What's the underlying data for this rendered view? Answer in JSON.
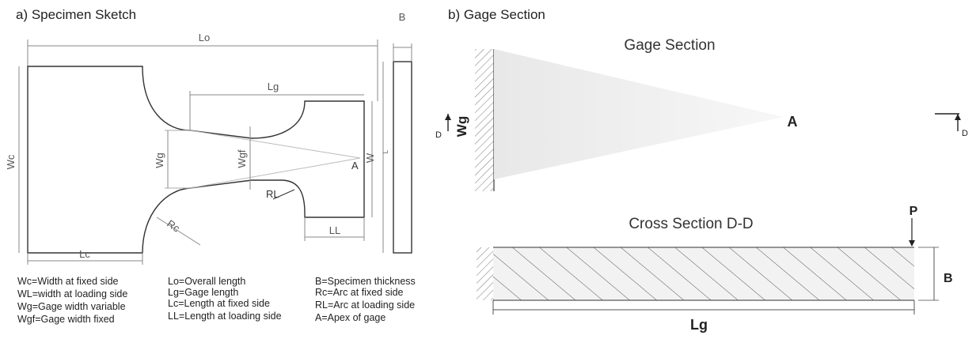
{
  "panel_a": {
    "title": "a) Specimen Sketch",
    "labels": {
      "Lo": "Lo",
      "Lg": "Lg",
      "B": "B",
      "Wc": "Wc",
      "Wg": "Wg",
      "Wgf": "Wgf",
      "W": "W",
      "L": "L",
      "A": "A",
      "RL": "RL",
      "Rc": "Rc",
      "LL": "LL",
      "Lc": "Lc"
    },
    "legend": {
      "col1": [
        "Wc=Width at fixed side",
        "WL=width at loading side",
        "Wg=Gage width variable",
        "Wgf=Gage width fixed"
      ],
      "col2": [
        "Lo=Overall length",
        "Lg=Gage length",
        "Lc=Length at fixed side",
        "LL=Length at loading side"
      ],
      "col3": [
        "B=Specimen thickness",
        "Rc=Arc at fixed side",
        "RL=Arc at loading side",
        "A=Apex of gage"
      ]
    }
  },
  "panel_b": {
    "title": "b) Gage Section",
    "gage_heading": "Gage Section",
    "cross_heading": "Cross Section D-D",
    "labels": {
      "Wg": "Wg",
      "D": "D",
      "A": "A",
      "P": "P",
      "B": "B",
      "Lg": "Lg"
    }
  }
}
